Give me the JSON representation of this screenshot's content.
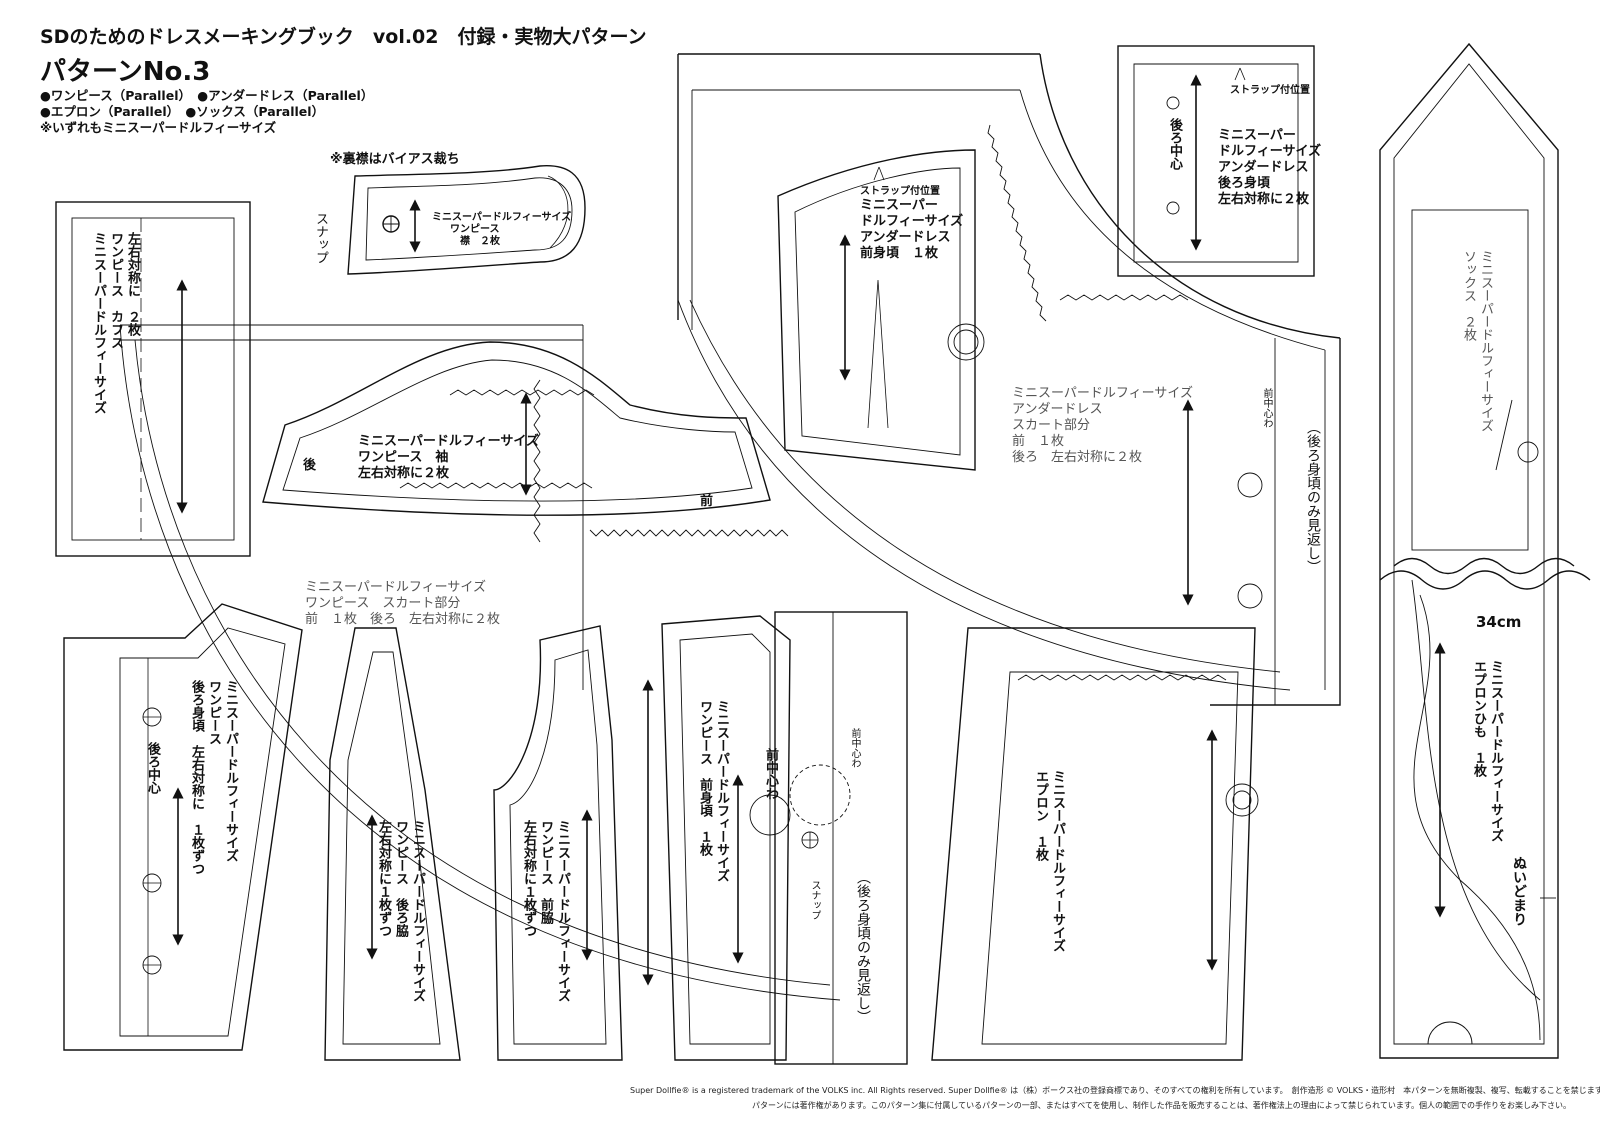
{
  "header": {
    "title": "SDのためのドレスメーキングブック　vol.02　付録・実物大パターン",
    "pattern_no": "パターンNo.3",
    "items_line1": "●ワンピース（Parallel）　●アンダードレス（Parallel）",
    "items_line2": "●エプロン（Parallel）　●ソックス（Parallel）",
    "note": "※いずれもミニスーパードルフィーサイズ"
  },
  "labels": {
    "bias_note": "※裏襟はバイアス裁ち",
    "snap": "スナップ",
    "collar": [
      "ミニスーパードルフィーサイズ",
      "ワンピース",
      "襟　２枚"
    ],
    "cuff": [
      "ミニスーパードルフィーサイズ",
      "ワンピース　カフス",
      "左右対称に　２枚"
    ],
    "sleeve": [
      "ミニスーパードルフィーサイズ",
      "ワンピース　袖",
      "左右対称に２枚"
    ],
    "sleeve_back": "後",
    "sleeve_front": "前",
    "under_front": [
      "ストラップ付位置",
      "ミニスーパー",
      "ドルフィーサイズ",
      "アンダードレス",
      "前身頃　１枚"
    ],
    "under_back": [
      "ストラップ付位置",
      "ミニスーパー",
      "ドルフィーサイズ",
      "アンダードレス",
      "後ろ身頃",
      "左右対称に２枚"
    ],
    "center_back": "後ろ中心",
    "under_skirt": [
      "ミニスーパードルフィーサイズ",
      "アンダードレス",
      "スカート部分",
      "前　１枚",
      "後ろ　左右対称に２枚"
    ],
    "center_front_fold": "前中心わ",
    "back_facing_only": "（後ろ身頃のみ見返し）",
    "socks": [
      "ミニスーパードルフィーサイズ",
      "ソックス　２枚"
    ],
    "length": "34cm",
    "apron_tie": [
      "ミニスーパードルフィーサイズ",
      "エプロンひも　１枚"
    ],
    "stitch_end": "ぬいどまり",
    "dress_skirt": [
      "ミニスーパードルフィーサイズ",
      "ワンピース　スカート部分",
      "前　１枚　後ろ　左右対称に２枚"
    ],
    "back_bodice": [
      "ミニスーパードルフィーサイズ",
      "ワンピース",
      "後ろ身頃　左右対称に　１枚ずつ"
    ],
    "back_side": [
      "ミニスーパードルフィーサイズ",
      "ワンピース　後ろ脇",
      "左右対称に１枚ずつ"
    ],
    "front_side": [
      "ミニスーパードルフィーサイズ",
      "ワンピース　前脇",
      "左右対称に１枚ずつ"
    ],
    "front_bodice": [
      "ミニスーパードルフィーサイズ",
      "ワンピース　前身頃　１枚"
    ],
    "apron": [
      "ミニスーパードルフィーサイズ",
      "エプロン　１枚"
    ]
  },
  "footer": {
    "line1": "Super Dollfie® is a registered trademark of the VOLKS inc. All Rights reserved.  Super Dollfie® は（株）ボークス社の登録商標であり、そのすべての権利を所有しています。　創作造形 © VOLKS・造形村　本パターンを無断複製、複写、転載することを禁じます",
    "line2": "パターンには著作権があります。このパターン集に付属しているパターンの一部、またはすべてを使用し、制作した作品を販売することは、著作権法上の理由によって禁じられています。個人の範囲での手作りをお楽しみ下さい。"
  }
}
